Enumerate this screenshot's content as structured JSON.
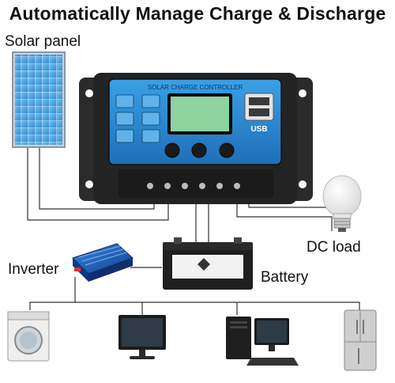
{
  "title": "Automatically Manage Charge & Discharge",
  "labels": {
    "solar_panel": "Solar panel",
    "dc_load": "DC load",
    "inverter": "Inverter",
    "battery": "Battery"
  },
  "controller": {
    "header_text": "SOLAR CHARGE CONTROLLER",
    "usb_text": "USB"
  },
  "colors": {
    "controller_body": "#232323",
    "controller_panel": "#2a8fd6",
    "lcd": "#8fd3a0",
    "solar_cell": "#4aa7e6",
    "inverter": "#1f5fbf",
    "wire": "#333333"
  },
  "icons": [
    "solar-panel-icon",
    "charge-controller-icon",
    "light-bulb-icon",
    "inverter-icon",
    "battery-icon",
    "washing-machine-icon",
    "monitor-icon",
    "desktop-computer-icon",
    "refrigerator-icon"
  ]
}
